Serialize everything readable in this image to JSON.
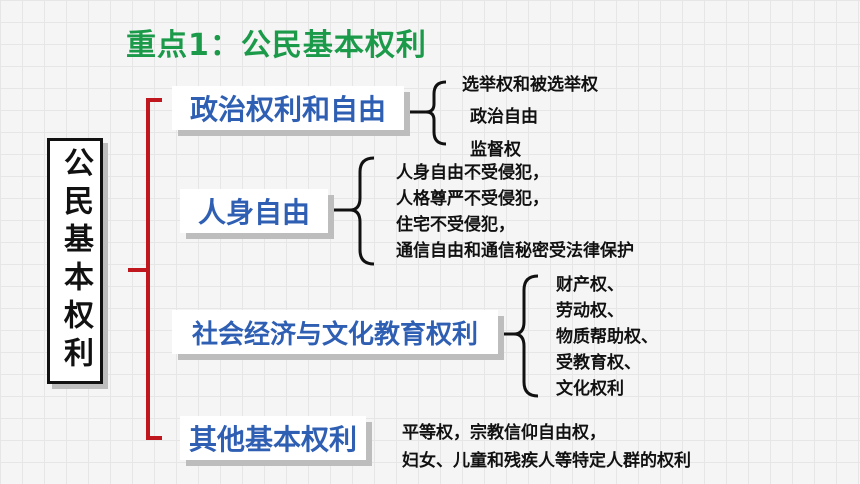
{
  "title": "重点1：公民基本权利",
  "root": "公民基本权利",
  "categories": [
    {
      "label": "政治权利和自由",
      "items": [
        "选举权和被选举权",
        "政治自由",
        "监督权"
      ]
    },
    {
      "label": "人身自由",
      "items": [
        "人身自由不受侵犯，",
        "人格尊严不受侵犯，",
        "住宅不受侵犯，",
        "通信自由和通信秘密受法律保护"
      ]
    },
    {
      "label": "社会经济与文化教育权利",
      "items": [
        "财产权、",
        "劳动权、",
        "物质帮助权、",
        "受教育权、",
        "文化权利"
      ]
    },
    {
      "label": "其他基本权利",
      "items": [
        "平等权，宗教信仰自由权，",
        "妇女、儿童和残疾人等特定人群的权利"
      ]
    }
  ],
  "colors": {
    "title": "#1b9a4a",
    "category_text": "#2f5fb3",
    "main_bracket": "#c0161e",
    "sub_bracket": "#111111"
  }
}
